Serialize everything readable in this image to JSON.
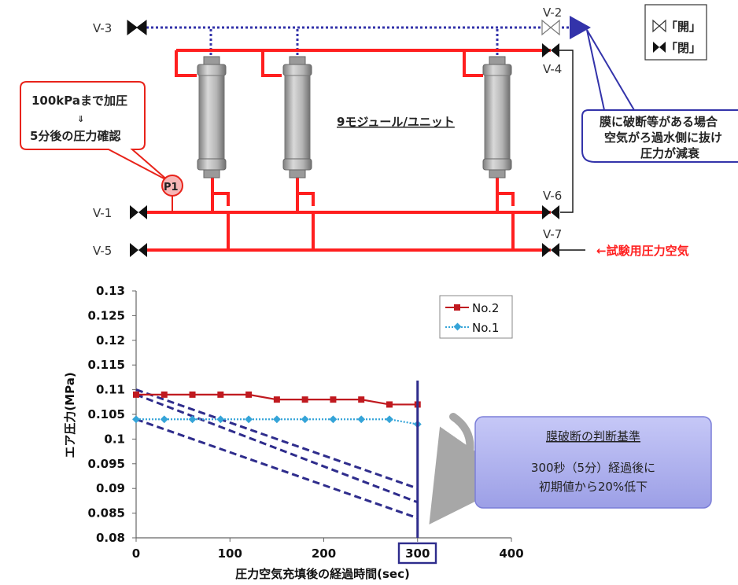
{
  "colors": {
    "pipe_red": "#ff1f1f",
    "air_blue": "#3333aa",
    "module_gray": "#a8a8a8",
    "box_fill": "#a8aaf0",
    "callout_red": "#e8231a",
    "series_no2": "#c0191f",
    "series_no1": "#35a4d8",
    "criterion_line": "#2e2c8c"
  },
  "valves": {
    "v1": "V-1",
    "v2": "V-2",
    "v3": "V-3",
    "v4": "V-4",
    "v5": "V-5",
    "v6": "V-6",
    "v7": "V-7"
  },
  "valve_legend": {
    "open": "「開」",
    "closed": "「閉」"
  },
  "pressure_callout": {
    "line1": "100kPaまで加圧",
    "arrow": "⇓",
    "line2": "5分後の圧力確認",
    "gauge": "P1"
  },
  "module_label": "9モジュール/ユニット",
  "rupture_note": {
    "line1": "膜に破断等がある場合",
    "line2": "空気がろ過水側に抜け",
    "line3": "圧力が減衰"
  },
  "test_air_label": "←試験用圧力空気",
  "criterion_box": {
    "title": "膜破断の判断基準",
    "line1": "300秒（5分）経過後に",
    "line2": "初期値から20%低下"
  },
  "highlight_tick": "300",
  "chart_data": {
    "type": "line",
    "ylabel": "エア圧力(MPa)",
    "xlabel": "圧力空気充填後の経過時間(sec)",
    "xlim": [
      0,
      400
    ],
    "ylim": [
      0.08,
      0.13
    ],
    "xticks": [
      "0",
      "100",
      "200",
      "300",
      "400"
    ],
    "yticks": [
      "0.08",
      "0.085",
      "0.09",
      "0.095",
      "0.1",
      "0.105",
      "0.11",
      "0.115",
      "0.12",
      "0.125",
      "0.13"
    ],
    "grid": false,
    "legend_position": "top-right",
    "series": [
      {
        "name": "No.2",
        "color": "#c0191f",
        "marker": "square",
        "x": [
          0,
          30,
          60,
          90,
          120,
          150,
          180,
          210,
          240,
          270,
          300
        ],
        "y": [
          0.109,
          0.109,
          0.109,
          0.109,
          0.109,
          0.108,
          0.108,
          0.108,
          0.108,
          0.107,
          0.107
        ]
      },
      {
        "name": "No.1",
        "color": "#35a4d8",
        "marker": "diamond",
        "line": "dotted",
        "x": [
          0,
          30,
          60,
          90,
          120,
          150,
          180,
          210,
          240,
          270,
          300
        ],
        "y": [
          0.104,
          0.104,
          0.104,
          0.104,
          0.104,
          0.104,
          0.104,
          0.104,
          0.104,
          0.104,
          0.103
        ]
      }
    ],
    "reference_lines": [
      {
        "x": [
          0,
          300
        ],
        "y": [
          0.11,
          0.09
        ]
      },
      {
        "x": [
          0,
          300
        ],
        "y": [
          0.109,
          0.0872
        ]
      },
      {
        "x": [
          0,
          300
        ],
        "y": [
          0.104,
          0.084
        ]
      }
    ],
    "vertical_line_x": 300
  }
}
